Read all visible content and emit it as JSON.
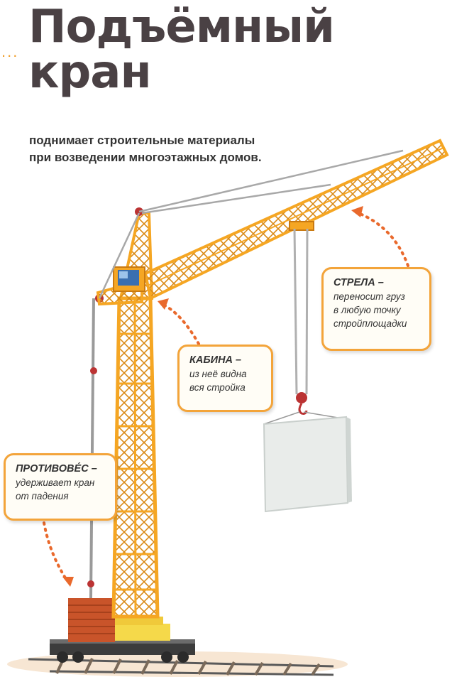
{
  "title": {
    "line1": "Подъёмный",
    "line2": "кран"
  },
  "subtitle": {
    "line1": "поднимает строительные материалы",
    "line2": "при возведении многоэтажных домов."
  },
  "callouts": {
    "boom": {
      "head": "СТРЕЛА –",
      "line1": "переносит груз",
      "line2": "в любую точку",
      "line3": "стройплощадки"
    },
    "cabin": {
      "head": "КАБИНА –",
      "line1": "из неё видна",
      "line2": "вся стройка"
    },
    "counterweight": {
      "head": "ПРОТИВОВЕ́С –",
      "line1": "удерживает кран",
      "line2": "от падения"
    }
  },
  "colors": {
    "crane": "#f5a623",
    "crane_dark": "#c97a12",
    "accent": "#f3a43a",
    "title": "#4a4144",
    "counterweight": "#c9542a",
    "slab": "#e9ecea"
  }
}
